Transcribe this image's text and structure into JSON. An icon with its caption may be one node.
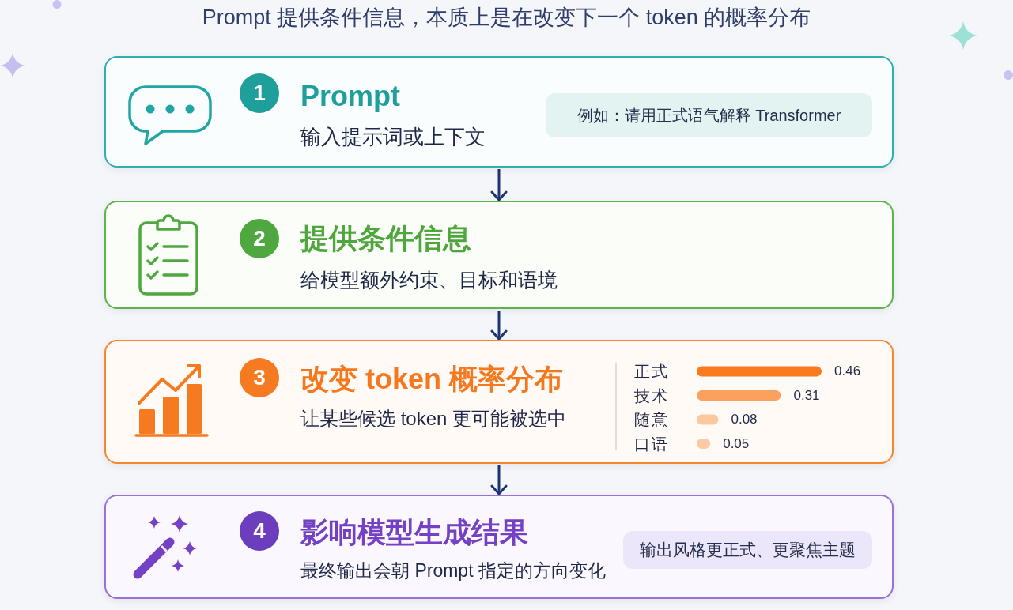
{
  "diagram": {
    "title": "Prompt 提供条件信息，本质上是在改变下一个 token 的概率分布",
    "nodes": [
      {
        "text": [
          "Prompt",
          "输入提示词或上下文"
        ]
      },
      {
        "text": [
          "1"
        ],
        "in": 0
      },
      {
        "text": [
          "例如：请用正式语气解释 Transformer"
        ],
        "in": 0
      },
      {
        "text": [
          "提供条件信息",
          "给模型额外约束、目标和语境"
        ]
      },
      {
        "text": [
          "2"
        ],
        "in": 3
      },
      {
        "text": [
          "改变 token 概率分布",
          "让某些候选 token 更可能被选中"
        ]
      },
      {
        "text": [
          "3"
        ],
        "in": 5
      },
      {
        "text": [
          "影响模型生成结果",
          "最终输出会朝 Prompt 指定的方向变化"
        ]
      },
      {
        "text": [
          "4"
        ],
        "in": 7
      },
      {
        "text": [
          "输出风格更正式、更聚焦主题"
        ],
        "in": 7
      }
    ],
    "edges": [
      {
        "from": 0,
        "to": 3,
        "arrow": "to"
      },
      {
        "from": 3,
        "to": 5,
        "arrow": "to"
      },
      {
        "from": 5,
        "to": 7,
        "arrow": "to"
      }
    ],
    "chart_data": {
      "type": "bar",
      "orientation": "horizontal",
      "categories": [
        "正式",
        "技术",
        "随意",
        "口语"
      ],
      "series": [
        {
          "color": "#f97a1f",
          "values": [
            0.46,
            0.31,
            0.08,
            0.05
          ]
        }
      ],
      "data_labels": true
    }
  }
}
